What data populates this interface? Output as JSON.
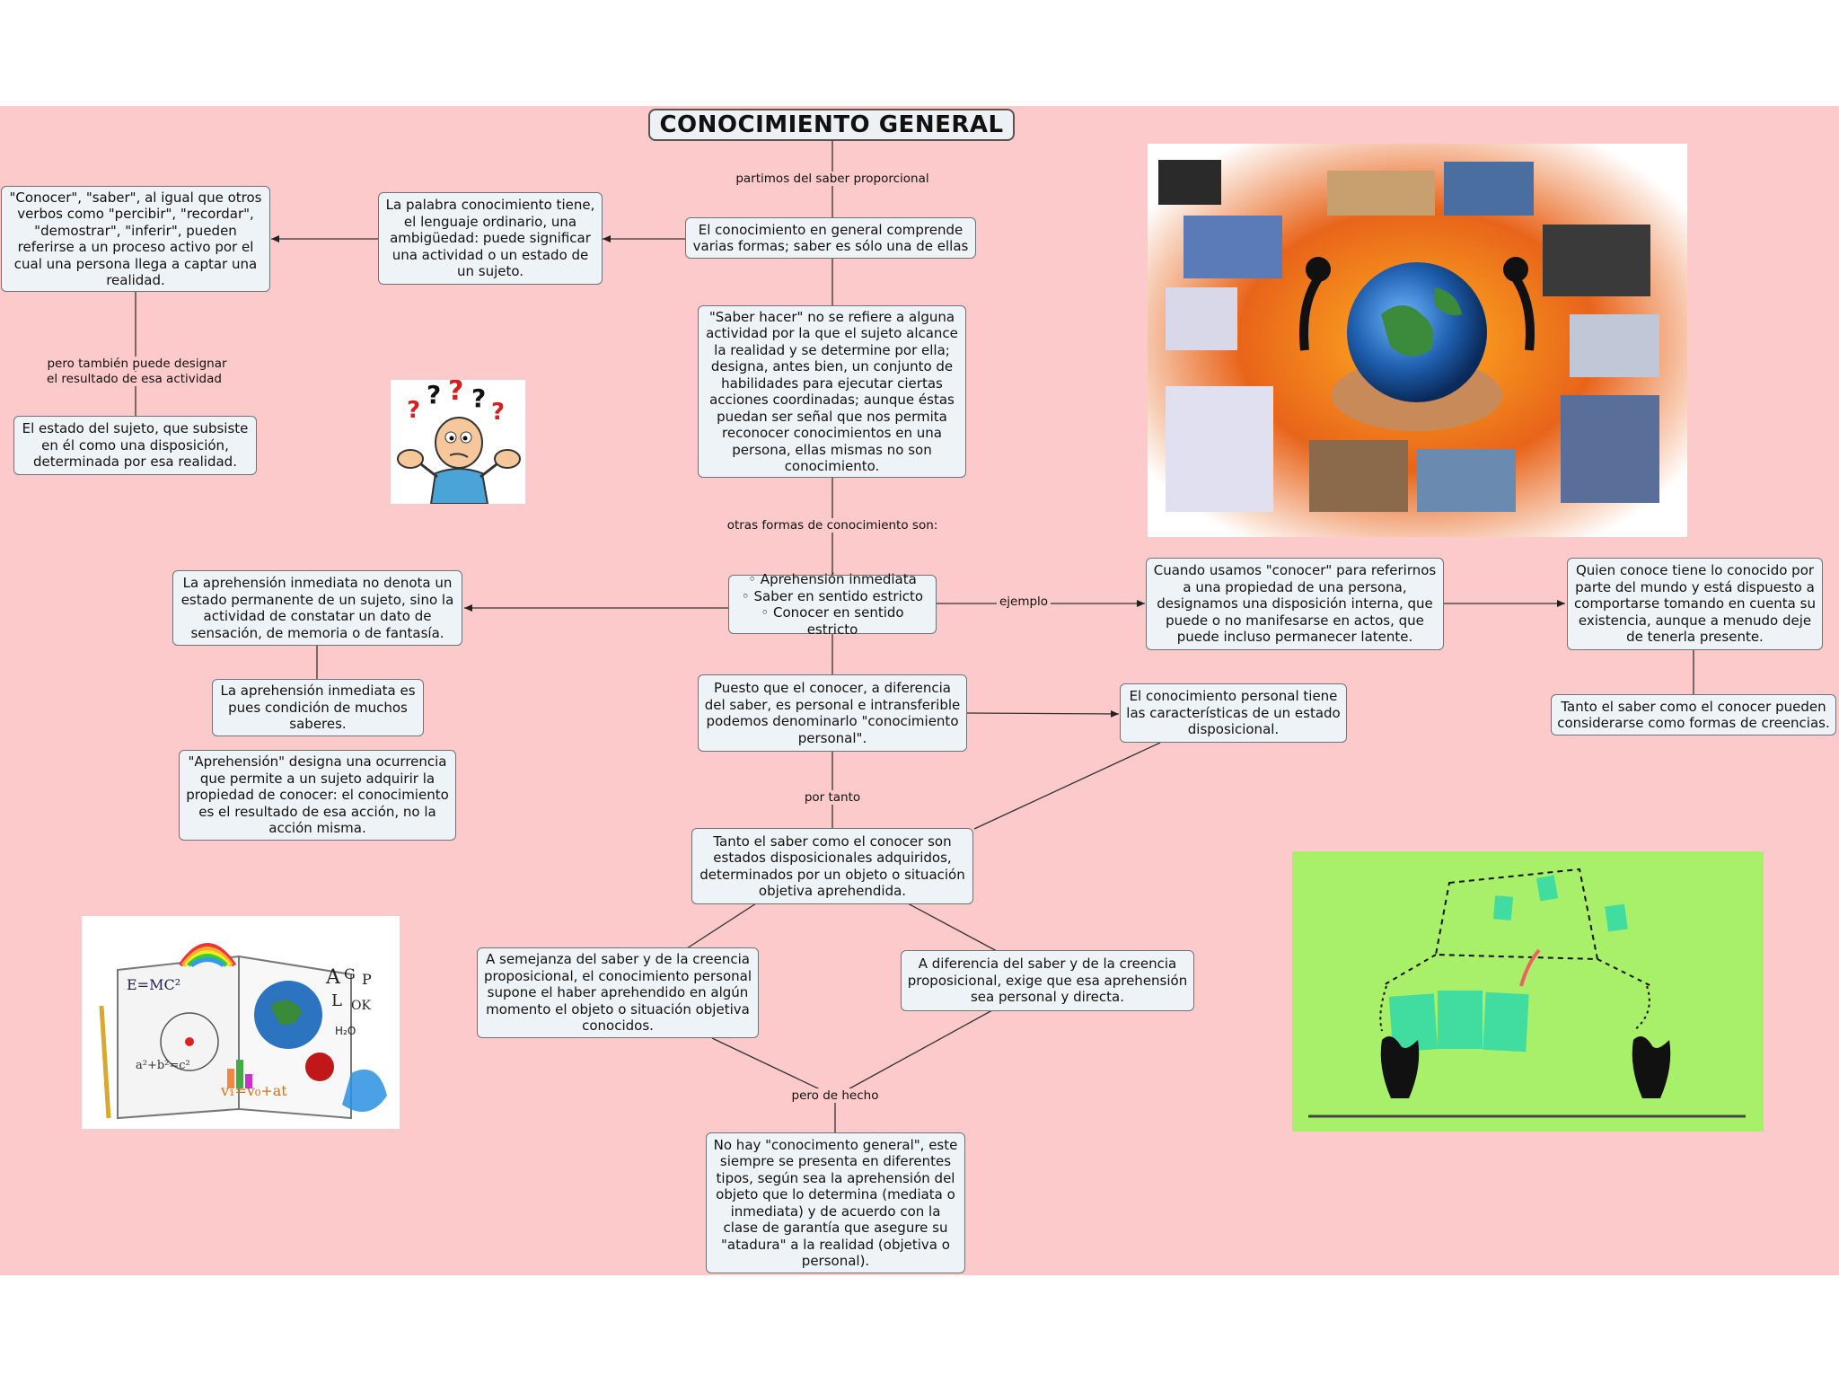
{
  "title": "CONOCIMIENTO GENERAL",
  "nodes": {
    "n_conocer_saber": "\"Conocer\", \"saber\", al igual que otros verbos como \"percibir\", \"recordar\", \"demostrar\", \"inferir\", pueden referirse a un proceso activo por el cual una persona llega a captar una realidad.",
    "n_palabra": "La palabra conocimiento tiene, el lenguaje ordinario, una ambigüedad: puede significar una actividad o un estado de un sujeto.",
    "n_comprende": "El conocimiento en general comprende varias formas; saber es sólo una de ellas",
    "n_saber_hacer": "\"Saber hacer\" no se refiere a alguna actividad por la que el sujeto alcance la realidad y se determine por ella; designa, antes bien, un conjunto de habilidades para ejecutar ciertas acciones coordinadas; aunque éstas puedan ser señal que nos permita reconocer conocimientos en una persona, ellas mismas no son conocimiento.",
    "n_estado_sujeto": "El estado del sujeto, que subsiste en él como una disposición, determinada por esa realidad.",
    "n_formas": "◦ Aprehensión inmediata\n◦ Saber en sentido estricto\n◦ Conocer en sentido estricto",
    "n_aprehension_no_denota": "La aprehensión inmediata no denota un estado permanente de un sujeto, sino la actividad de constatar un dato de sensación, de memoria o de fantasía.",
    "n_condicion": "La aprehensión inmediata es pues condición de muchos saberes.",
    "n_aprehension_designa": "\"Aprehensión\" designa una ocurrencia que permite a un sujeto adquirir la propiedad de conocer: el conocimiento es el resultado de esa acción, no la acción misma.",
    "n_cuando_usamos": "Cuando usamos \"conocer\" para referirnos a una propiedad de una persona, designamos una disposición interna, que puede o no manifesarse en actos, que puede incluso permanecer latente.",
    "n_quien_conoce": "Quien conoce tiene lo conocido por parte del mundo y está dispuesto a comportarse tomando en cuenta su existencia, aunque a menudo deje de tenerla presente.",
    "n_creencias": "Tanto el saber como el conocer pueden considerarse como formas de creencias.",
    "n_puesto_que": "Puesto que el conocer, a diferencia del saber, es personal e intransferible podemos denominarlo \"conocimiento personal\".",
    "n_personal_tiene": "El conocimiento personal tiene las características de un estado disposicional.",
    "n_estados": "Tanto el saber como el conocer son estados disposicionales adquiridos, determinados por un objeto o situación objetiva aprehendida.",
    "n_semejanza": "A semejanza del saber y de la creencia proposicional, el conocimiento personal supone el haber aprehendido en algún momento el objeto o situación objetiva conocidos.",
    "n_diferencia": "A diferencia del saber y de la creencia proposicional, exige que esa aprehensión sea personal y directa.",
    "n_no_hay": "No hay \"conocimento general\", este siempre se presenta en diferentes tipos, según sea la aprehensión del objeto que lo determina (mediata o inmediata) y de acuerdo con la clase de garantía que asegure su \"atadura\" a la realidad (objetiva o personal)."
  },
  "labels": {
    "l_partimos": "partimos del saber proporcional",
    "l_pero_tambien": "pero también puede designar\nel resultado de esa actividad",
    "l_otras": "otras formas de conocimiento son:",
    "l_ejemplo": "ejemplo",
    "l_por_tanto": "por tanto",
    "l_pero_hecho": "pero de hecho"
  },
  "images": {
    "img_world": "world-collage-image",
    "img_confused": "confused-person-image",
    "img_science": "science-book-image",
    "img_hands": "hands-cards-image"
  },
  "colors": {
    "background": "#fccaca",
    "node_fill": "#eef3f7",
    "node_border": "#6e7377",
    "line": "#333333",
    "green_panel": "#a8f06a"
  }
}
